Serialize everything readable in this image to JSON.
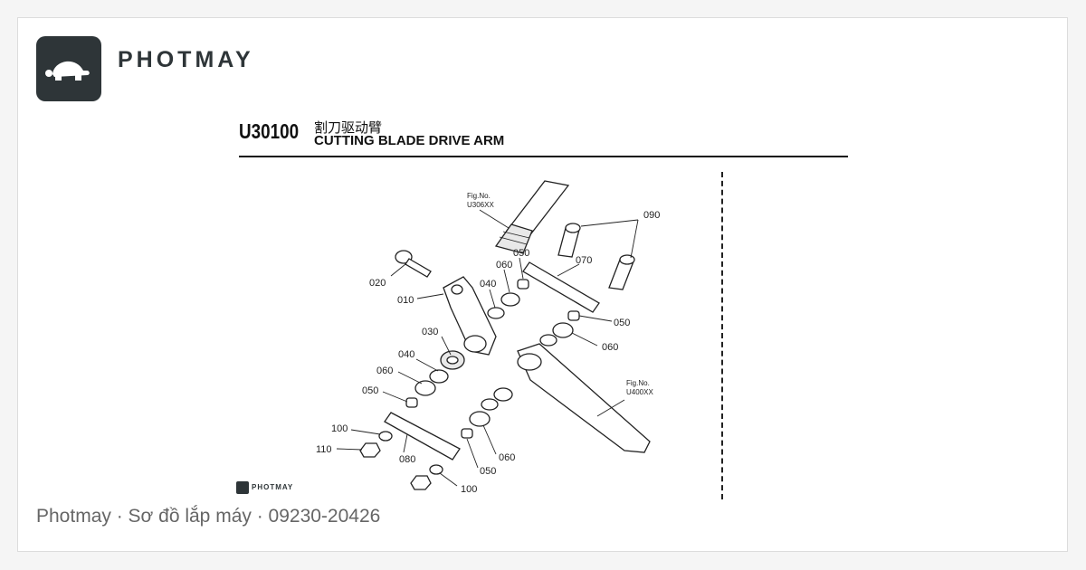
{
  "brand": {
    "name": "PHOTMAY",
    "mini_name": "PHOTMAY",
    "accent": "#2e3538"
  },
  "header": {
    "code": "U30100",
    "title_cn": "割刀驱动臂",
    "title_en": "CUTTING BLADE DRIVE ARM"
  },
  "figure_refs": {
    "top": {
      "label": "Fig.No.",
      "value": "U306XX"
    },
    "bottom": {
      "label": "Fig.No.",
      "value": "U400XX"
    }
  },
  "callouts": {
    "c010": "010",
    "c020": "020",
    "c030": "030",
    "c040a": "040",
    "c040b": "040",
    "c050a": "050",
    "c050b": "050",
    "c050c": "050",
    "c050d": "050",
    "c060a": "060",
    "c060b": "060",
    "c060c": "060",
    "c060d": "060",
    "c070": "070",
    "c080": "080",
    "c090": "090",
    "c100a": "100",
    "c100b": "100",
    "c110": "110"
  },
  "footer": {
    "caption": "Photmay · Sơ đồ lắp máy · 09230-20426"
  }
}
